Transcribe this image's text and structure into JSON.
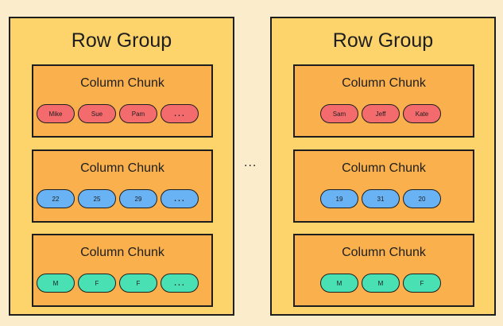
{
  "row_groups": [
    {
      "title": "Row Group",
      "chunks": [
        {
          "title": "Column Chunk",
          "values": [
            "Mike",
            "Sue",
            "Pam",
            "..."
          ]
        },
        {
          "title": "Column Chunk",
          "values": [
            "22",
            "25",
            "29",
            "..."
          ]
        },
        {
          "title": "Column Chunk",
          "values": [
            "M",
            "F",
            "F",
            "..."
          ]
        }
      ]
    },
    {
      "title": "Row Group",
      "chunks": [
        {
          "title": "Column Chunk",
          "values": [
            "Sam",
            "Jeff",
            "Kate"
          ]
        },
        {
          "title": "Column Chunk",
          "values": [
            "19",
            "31",
            "20"
          ]
        },
        {
          "title": "Column Chunk",
          "values": [
            "M",
            "M",
            "F"
          ]
        }
      ]
    }
  ],
  "separator": "...",
  "colors": {
    "background": "#fbeccc",
    "row_group_fill": "#fdd46b",
    "column_chunk_fill": "#f9b04d",
    "name_values": "#f46b6e",
    "number_values": "#69b3f4",
    "sex_values": "#49e0b4"
  }
}
